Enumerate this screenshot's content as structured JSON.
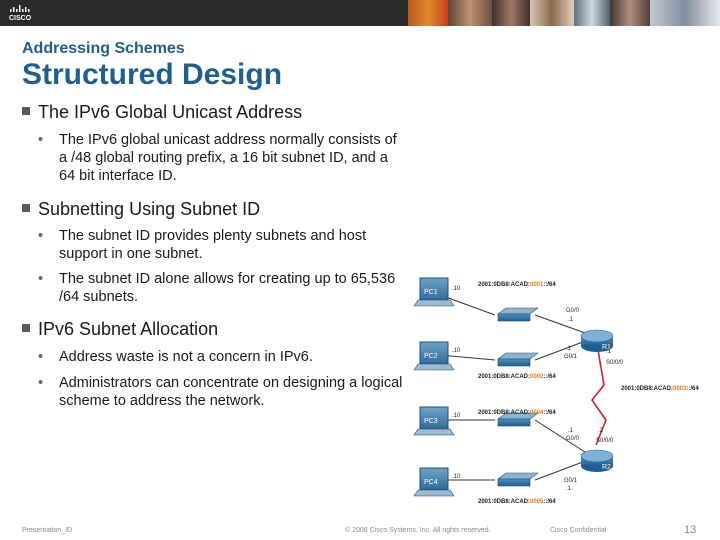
{
  "header": {
    "logo_text": "CISCO"
  },
  "slide": {
    "subtitle": "Addressing Schemes",
    "title": "Structured Design"
  },
  "sections": [
    {
      "heading": "The IPv6 Global Unicast Address",
      "bullets": [
        "The IPv6 global unicast address normally consists of a /48 global routing prefix, a 16 bit subnet ID, and a 64 bit interface ID."
      ]
    },
    {
      "heading": "Subnetting Using Subnet ID",
      "bullets": [
        "The subnet ID provides plenty subnets and host support in one subnet.",
        "The subnet ID alone allows for creating up to 65,536 /64 subnets."
      ]
    },
    {
      "heading": "IPv6 Subnet Allocation",
      "bullets": [
        "Address waste is not a concern in IPv6.",
        "Administrators can concentrate on designing a logical scheme to address the network."
      ]
    }
  ],
  "diagram": {
    "pcs": [
      {
        "label": "PC1",
        "if": ".10",
        "net_prefix": "2001:0DB8:ACAD:",
        "net_subnet": "0001",
        "net_suffix": "::/64",
        "gw_if": "G0/0",
        "gw_addr": ".1"
      },
      {
        "label": "PC2",
        "if": ".10",
        "net_prefix": "2001:0DB8:ACAD:",
        "net_subnet": "0002",
        "net_suffix": "::/64",
        "gw_if": "G0/1",
        "gw_addr": ".1"
      },
      {
        "label": "PC3",
        "if": ".10",
        "net_prefix": "2001:0DB8:ACAD:",
        "net_subnet": "0004",
        "net_suffix": "::/64",
        "gw_if": "G0/0",
        "gw_addr": ".1"
      },
      {
        "label": "PC4",
        "if": ".10",
        "net_prefix": "2001:0DB8:ACAD:",
        "net_subnet": "0005",
        "net_suffix": "::/64",
        "gw_if": "G0/1",
        "gw_addr": ".1"
      }
    ],
    "routers": [
      {
        "label": "R1",
        "serial_if": "S0/0/0",
        "serial_addr": ".1"
      },
      {
        "label": "R2",
        "serial_if": "S0/0/0",
        "serial_addr": ".2"
      }
    ],
    "wan": {
      "net_prefix": "2001:0DB8:ACAD:",
      "net_subnet": "0003",
      "net_suffix": "::/64"
    }
  },
  "footer": {
    "left": "Presentation_ID",
    "center": "© 2008 Cisco Systems, Inc. All rights reserved.",
    "right": "Cisco Confidential",
    "page": "13"
  }
}
